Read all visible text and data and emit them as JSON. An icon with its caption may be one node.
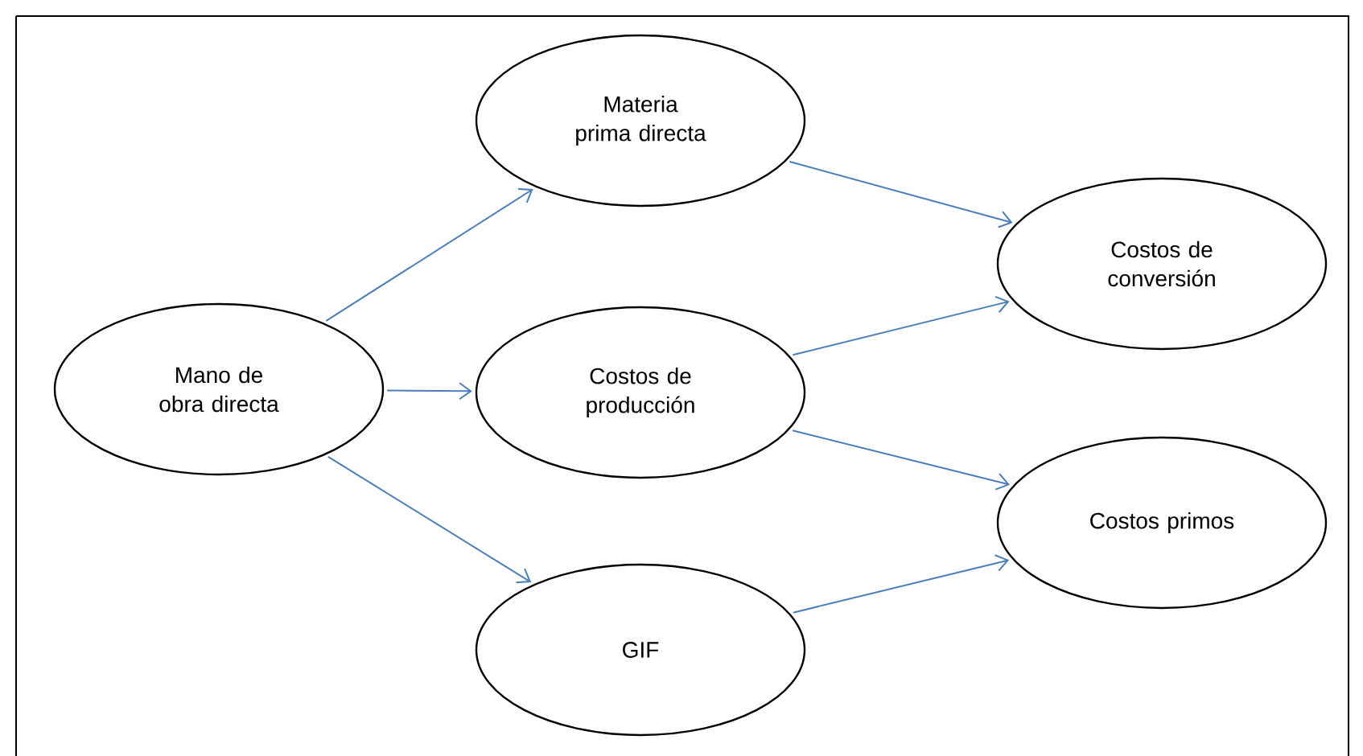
{
  "diagram": {
    "nodes": [
      {
        "text": [
          "Mano de obra directa"
        ]
      },
      {
        "text": [
          "Materia prima directa"
        ]
      },
      {
        "text": [
          "Costos de producción"
        ]
      },
      {
        "text": [
          "GIF"
        ]
      },
      {
        "text": [
          "Costos de conversión"
        ]
      },
      {
        "text": [
          "Costos primos"
        ]
      }
    ],
    "edges": [
      {
        "from": 0,
        "to": 1,
        "arrow": "to"
      },
      {
        "from": 0,
        "to": 2,
        "arrow": "to"
      },
      {
        "from": 0,
        "to": 3,
        "arrow": "to"
      },
      {
        "from": 1,
        "to": 4,
        "arrow": "to"
      },
      {
        "from": 2,
        "to": 4,
        "arrow": "to"
      },
      {
        "from": 2,
        "to": 5,
        "arrow": "to"
      },
      {
        "from": 3,
        "to": 5,
        "arrow": "to"
      }
    ]
  }
}
